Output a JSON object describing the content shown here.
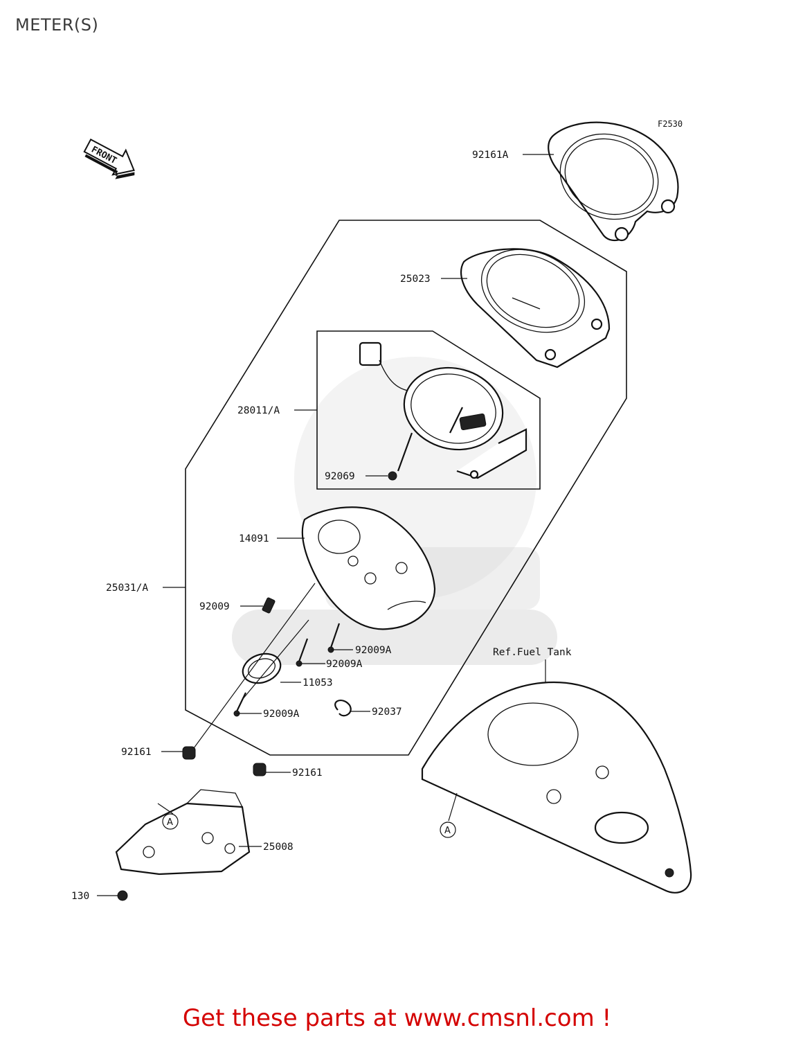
{
  "page": {
    "title": "METER(S)",
    "figure_code": "F2530"
  },
  "orientation": {
    "front_label": "FRONT"
  },
  "parts": [
    {
      "id": "92161A",
      "label": "92161A"
    },
    {
      "id": "25023",
      "label": "25023"
    },
    {
      "id": "28011/A",
      "label": "28011/A"
    },
    {
      "id": "92069",
      "label": "92069"
    },
    {
      "id": "14091",
      "label": "14091"
    },
    {
      "id": "25031/A",
      "label": "25031/A"
    },
    {
      "id": "92009",
      "label": "92009"
    },
    {
      "id": "92009A-1",
      "label": "92009A"
    },
    {
      "id": "92009A-2",
      "label": "92009A"
    },
    {
      "id": "11053",
      "label": "11053"
    },
    {
      "id": "92009A-3",
      "label": "92009A"
    },
    {
      "id": "92037",
      "label": "92037"
    },
    {
      "id": "92161-1",
      "label": "92161"
    },
    {
      "id": "92161-2",
      "label": "92161"
    },
    {
      "id": "25008",
      "label": "25008"
    },
    {
      "id": "130",
      "label": "130"
    }
  ],
  "references": {
    "fuel_tank": "Ref.Fuel Tank",
    "point_a": "A"
  },
  "footer": {
    "text": "Get these parts at www.cmsnl.com !"
  },
  "colors": {
    "footer": "#d40000",
    "watermark": "#d6d6d6",
    "line": "#111111"
  }
}
